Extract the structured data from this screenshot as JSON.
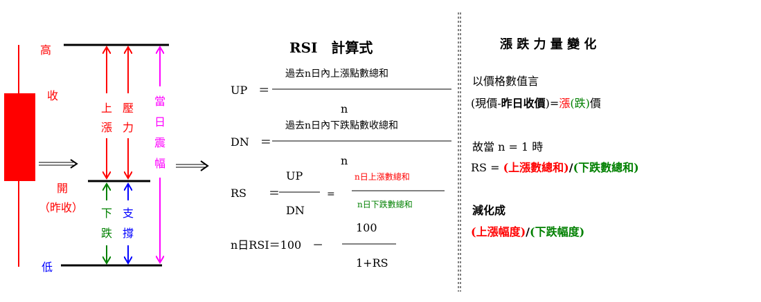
{
  "colors": {
    "up": "#ff0000",
    "down": "#008000",
    "support": "#0000ff",
    "range": "#ff00ff"
  },
  "candle": {
    "high": "高",
    "close": "收",
    "open": "開",
    "prev_close": "（昨收）",
    "low": "低",
    "rise": [
      "上",
      "漲"
    ],
    "pressure": [
      "壓",
      "力"
    ],
    "fall": [
      "下",
      "跌"
    ],
    "support": [
      "支",
      "撐"
    ],
    "daily_range": [
      "當",
      "日",
      "震",
      "幅"
    ]
  },
  "formula": {
    "title": "RSI　計算式",
    "up_label": "UP　＝",
    "up_numerator": "過去n日內上漲點數總和",
    "up_denominator": "n",
    "dn_label": "DN　＝",
    "dn_numerator": "過去n日內下跌點數收總和",
    "dn_denominator": "n",
    "rs_label": "RS　　＝",
    "rs_up": "UP",
    "rs_dn": "DN",
    "rs_eq": "=",
    "rs_num2": "n日上漲數總和",
    "rs_den2": "n日下跌數總和",
    "rsi_label": "n日RSI＝100　－",
    "rsi_num": "100",
    "rsi_den": "1+RS",
    "dash_line": "——————————————————",
    "short_line": "————",
    "rsi_line": "—————"
  },
  "change": {
    "title": "漲 跌 力 量 變 化",
    "line1": "以價格數值言",
    "line2_a": "(現價-",
    "line2_b": "昨日收價",
    "line2_c": ")=",
    "line2_up": "漲",
    "line2_down": "(跌)",
    "line2_end": "價",
    "line3": "故當 n = 1 時",
    "line4_a": "RS = ",
    "line4_up": "(上漲數總和)",
    "line4_slash": "/",
    "line4_down": "(下跌數總和)",
    "line5": "減化成",
    "line6_up": "(上漲幅度)",
    "line6_slash": "/",
    "line6_down": "(下跌幅度)"
  }
}
